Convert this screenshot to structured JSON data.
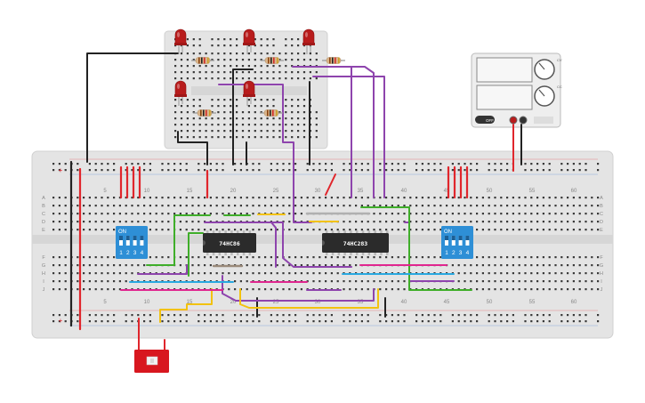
{
  "main_board": {
    "column_numbers_top": [
      "5",
      "10",
      "15",
      "20",
      "25",
      "30",
      "35",
      "40",
      "45",
      "50",
      "55",
      "60"
    ],
    "column_numbers_bottom": [
      "5",
      "10",
      "15",
      "20",
      "25",
      "30",
      "35",
      "40",
      "45",
      "50",
      "55",
      "60"
    ],
    "row_letters_top": [
      "A",
      "B",
      "C",
      "D",
      "E"
    ],
    "row_letters_bottom": [
      "F",
      "G",
      "H",
      "I",
      "J"
    ],
    "rail_plus": "+",
    "rail_minus": "−"
  },
  "chips": [
    {
      "label": "74HC86"
    },
    {
      "label": "74HC283"
    }
  ],
  "dip_switches": [
    {
      "on_label": "ON",
      "numbers": [
        "1",
        "2",
        "3",
        "4"
      ]
    },
    {
      "on_label": "ON",
      "numbers": [
        "1",
        "2",
        "3",
        "4"
      ]
    }
  ],
  "power_supply": {
    "off_label": "OFF",
    "knob1_label": "CV",
    "knob2_label": "CC"
  },
  "colors": {
    "purple": "#8e44ad",
    "green": "#3fae2a",
    "yellow": "#f2c20f",
    "pink": "#e0268f",
    "cyan": "#29a9e1",
    "red": "#e0262c",
    "black": "#222222",
    "led_red": "#b81c1c",
    "dip_blue": "#2e8fd6",
    "switch_red": "#d8171f"
  }
}
